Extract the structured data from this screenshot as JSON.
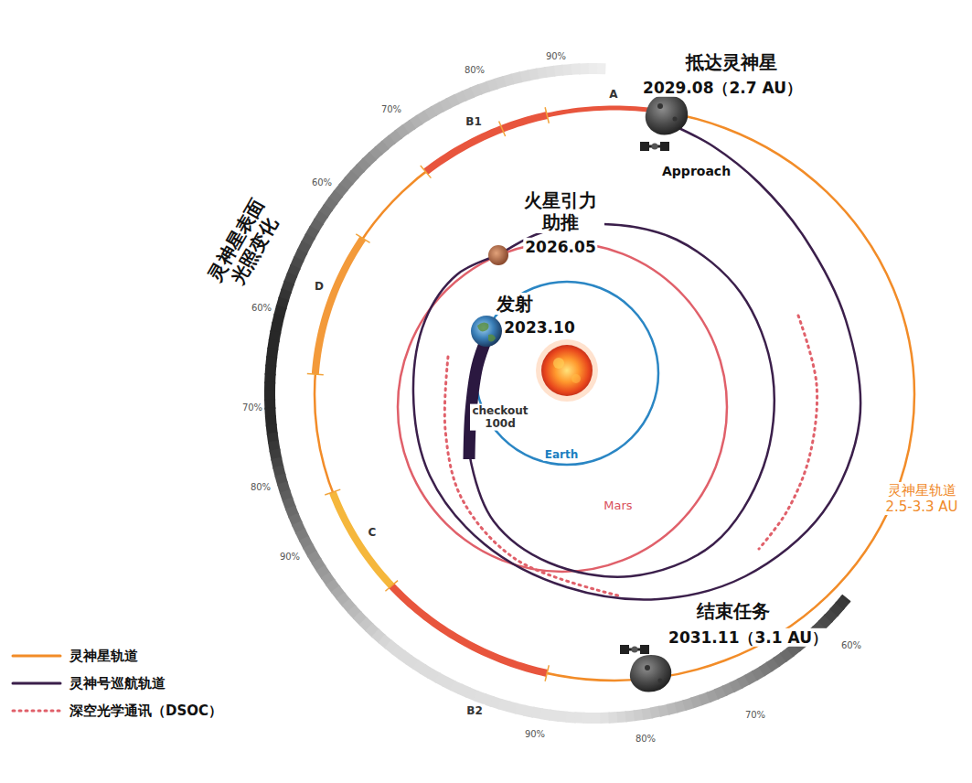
{
  "diagram": {
    "labels": [
      "90%",
      "80%",
      "70%",
      "60%",
      "A",
      "B1",
      "抵达灵神星",
      "2029.08（2.7 AU）",
      "Approach",
      "灵神星表面 光照变化",
      "火星引力 助推",
      "2026.05",
      "60%",
      "D",
      "发射",
      "2023.10",
      "checkout 100d",
      "Earth",
      "70%",
      "80%",
      "Mars",
      "灵神星轨道 2.5-3.3 AU",
      "90%",
      "C",
      "结束任务",
      "2031.11（3.1 AU）",
      "60%",
      "B2",
      "70%",
      "90%",
      "80%"
    ],
    "legend": [
      {
        "text": "灵神星轨道"
      },
      {
        "text": "灵神号巡航轨道"
      },
      {
        "text": "深空光学通讯（DSOC）"
      }
    ]
  }
}
